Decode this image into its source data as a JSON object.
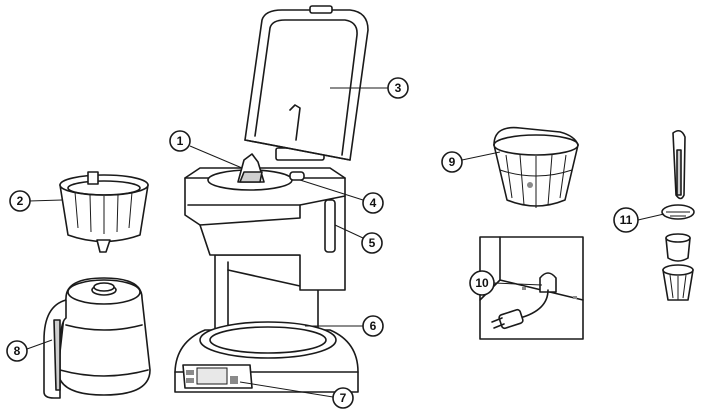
{
  "callouts": [
    {
      "id": "1",
      "label": "1"
    },
    {
      "id": "2",
      "label": "2"
    },
    {
      "id": "3",
      "label": "3"
    },
    {
      "id": "4",
      "label": "4"
    },
    {
      "id": "5",
      "label": "5"
    },
    {
      "id": "6",
      "label": "6"
    },
    {
      "id": "7",
      "label": "7"
    },
    {
      "id": "8",
      "label": "8"
    },
    {
      "id": "9",
      "label": "9"
    },
    {
      "id": "10",
      "label": "10"
    },
    {
      "id": "11",
      "label": "11"
    }
  ],
  "colors": {
    "line": "#1a1a1a",
    "shade": "#cfcfcf",
    "background": "#ffffff"
  }
}
